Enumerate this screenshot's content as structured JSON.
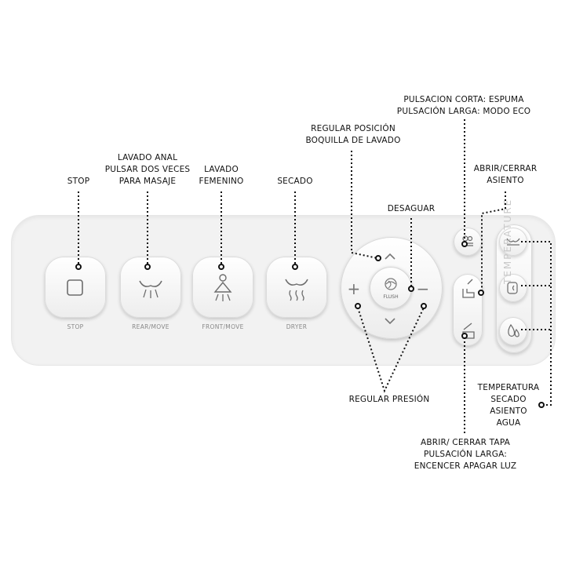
{
  "annotations": {
    "stop": "STOP",
    "rear_1": "LAVADO ANAL",
    "rear_2": "PULSAR DOS VECES",
    "rear_3": "PARA MASAJE",
    "front_1": "LAVADO",
    "front_2": "FEMENINO",
    "dryer": "SECADO",
    "nozzle_1": "REGULAR POSICIÓN",
    "nozzle_2": "BOQUILLA DE LAVADO",
    "drain": "DESAGUAR",
    "foam_1": "PULSACION CORTA: ESPUMA",
    "foam_2": "PULSACIÓN LARGA: MODO ECO",
    "seat_1": "ABRIR/CERRAR",
    "seat_2": "ASIENTO",
    "pressure": "REGULAR PRESIÓN",
    "lid_1": "ABRIR/ CERRAR TAPA",
    "lid_2": "PULSACIÓN LARGA:",
    "lid_3": "ENCENCER APAGAR LUZ",
    "temp_1": "TEMPERATURA",
    "temp_2": "SECADO",
    "temp_3": "ASIENTO",
    "temp_4": "AGUA"
  },
  "panel": {
    "stop_label": "STOP",
    "rear_label": "REAR/MOVE",
    "front_label": "FRONT/MOVE",
    "dryer_label": "DRYER",
    "flush_label": "FLUSH",
    "temperature_word": "TEMPERATURE",
    "plus": "+",
    "minus": "−"
  },
  "icons": {
    "stop": "square-icon",
    "rear": "rear-wash-icon",
    "front": "front-wash-icon",
    "dryer": "dryer-icon",
    "flush": "flush-swirl-icon",
    "up": "chevron-up-icon",
    "down": "chevron-down-icon",
    "foam": "foam-icon",
    "seat": "seat-icon",
    "lid": "lid-icon",
    "temp_dryer": "dryer-temp-icon",
    "temp_seat": "seat-temp-icon",
    "temp_water": "water-temp-icon"
  }
}
